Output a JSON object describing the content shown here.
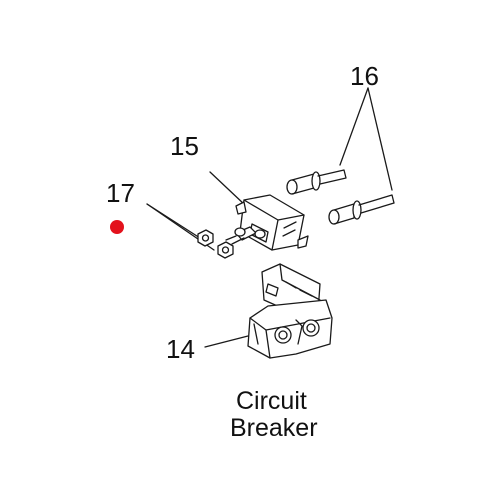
{
  "labels": {
    "part_14": "14",
    "part_15": "15",
    "part_16": "16",
    "part_17": "17"
  },
  "caption": {
    "line1": "Circuit",
    "line2": "Breaker"
  },
  "colors": {
    "marker": "#e3121c",
    "ink": "#1a1a1a"
  }
}
